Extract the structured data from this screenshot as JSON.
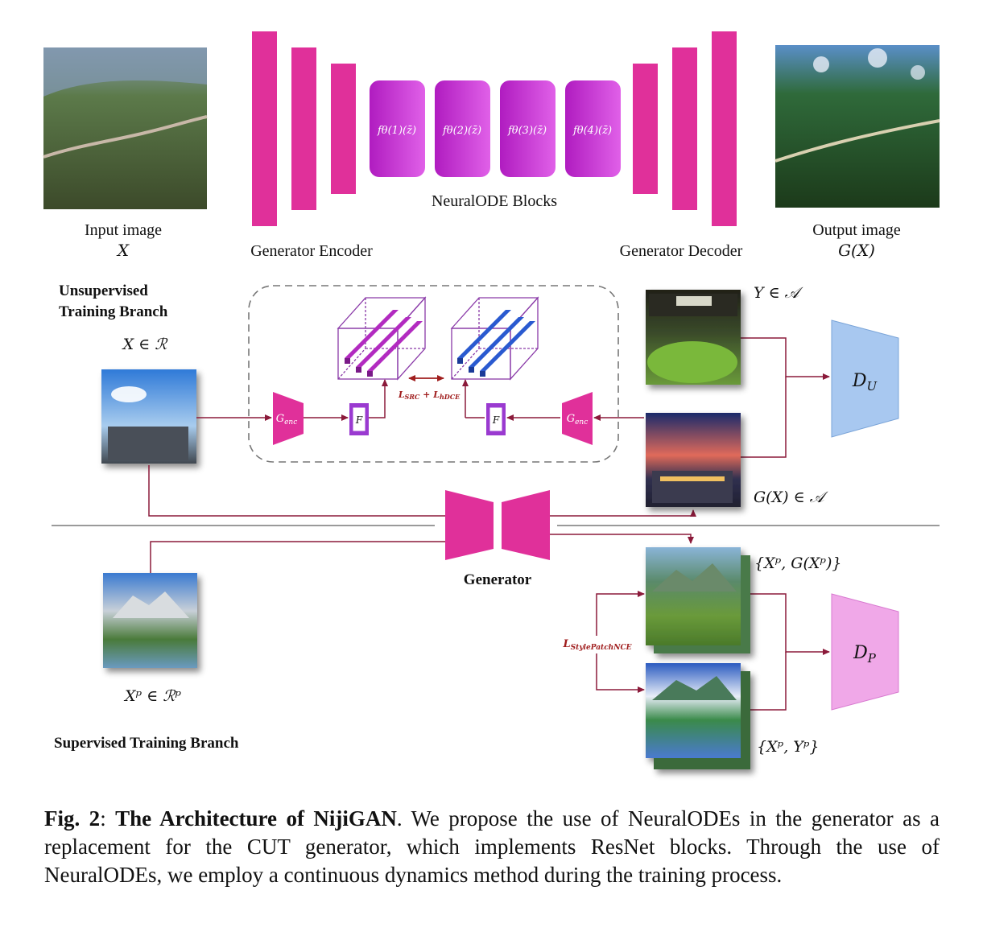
{
  "colors": {
    "generator_magenta": "#e0309a",
    "ode_block": "#c21fc8",
    "arrow": "#8b1a3a",
    "loss_arrow": "#a01e1e",
    "d_u": "#a8c8f0",
    "d_p": "#f0a8e8",
    "divider": "#9a9a9a"
  },
  "top": {
    "input_label": "Input image",
    "input_var": "X",
    "encoder_label": "Generator Encoder",
    "decoder_label": "Generator Decoder",
    "ode_label": "NeuralODE Blocks",
    "ode_blocks": [
      "fθ(1)(z̄)",
      "fθ(2)(z̄)",
      "fθ(3)(z̄)",
      "fθ(4)(z̄)"
    ],
    "output_label": "Output image",
    "output_var": "G(X)"
  },
  "unsupervised": {
    "title_line1": "Unsupervised",
    "title_line2": "Training Branch",
    "x_domain": "X ∈ ℛ",
    "y_domain": "Y ∈ 𝒜",
    "gx_domain": "G(X) ∈ 𝒜",
    "g_enc_left": "G",
    "g_enc_left_sub": "enc",
    "g_enc_right": "G",
    "g_enc_right_sub": "enc",
    "f_left": "F",
    "f_right": "F",
    "loss": "L",
    "loss_sub1": "SRC",
    "loss_plus": " + L",
    "loss_sub2": "hDCE",
    "discriminator": "D",
    "discriminator_sub": "U"
  },
  "generator_label": "Generator",
  "supervised": {
    "title": "Supervised Training Branch",
    "xp_domain": "Xᵖ ∈ ℛᵖ",
    "pair_top": "{Xᵖ, G(Xᵖ)}",
    "pair_bottom": "{Xᵖ, Yᵖ}",
    "loss": "L",
    "loss_sub": "StylePatchNCE",
    "discriminator": "D",
    "discriminator_sub": "P"
  },
  "caption": {
    "fig": "Fig. 2",
    "colon": ": ",
    "title": "The Architecture of NijiGAN",
    "text": ". We propose the use of NeuralODEs in the generator as a replacement for the CUT generator, which implements ResNet blocks. Through the use of NeuralODEs, we employ a continuous dynamics method during the training process."
  }
}
